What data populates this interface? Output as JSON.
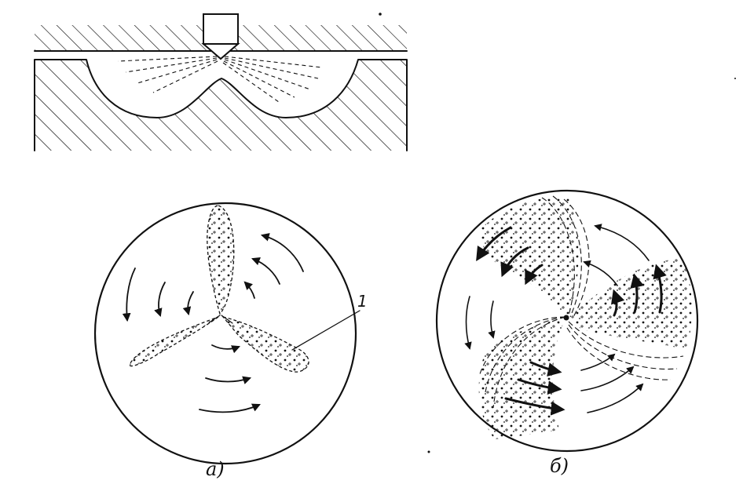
{
  "labels": {
    "a": "a)",
    "b": "б)",
    "callout": "1"
  },
  "colors": {
    "ink": "#111111",
    "paper": "#ffffff"
  }
}
